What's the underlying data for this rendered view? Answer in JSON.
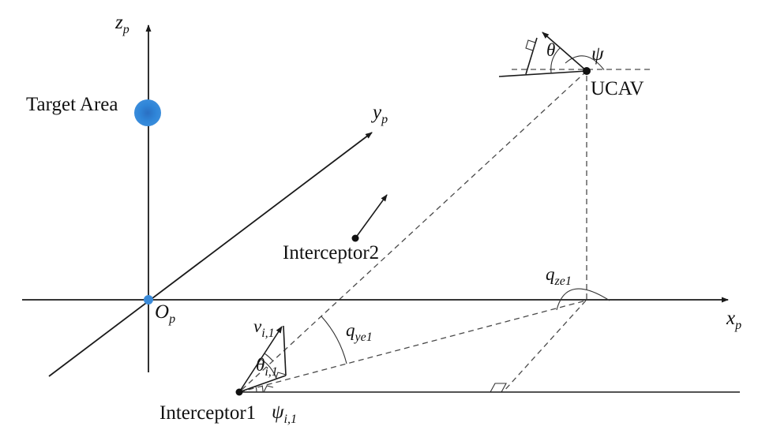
{
  "figure": {
    "type": "3d-engagement-geometry-diagram",
    "description": "Inertial frame with UCAV, two interceptors and target area"
  },
  "colors": {
    "accent-blue": "#2e7fd0",
    "origin-blue": "#3a8ad8",
    "line": "#1a1a1a",
    "dashed": "#4a4a4a",
    "text": "#111111",
    "bg": "#ffffff"
  },
  "axes": {
    "x": {
      "base": "x",
      "sub": "p"
    },
    "y": {
      "base": "y",
      "sub": "p"
    },
    "z": {
      "base": "z",
      "sub": "p"
    },
    "origin": {
      "base": "O",
      "sub": "p"
    }
  },
  "entities": {
    "target_area": {
      "label": "Target Area"
    },
    "ucav": {
      "label": "UCAV"
    },
    "interceptor1": {
      "label": "Interceptor1"
    },
    "interceptor2": {
      "label": "Interceptor2"
    }
  },
  "angles": {
    "ucav_pitch": {
      "symbol": "θ"
    },
    "ucav_heading": {
      "symbol": "ψ"
    },
    "interceptor1_velocity": {
      "base": "v",
      "sub": "i,1"
    },
    "interceptor1_pitch": {
      "base": "θ",
      "sub": "i,1"
    },
    "interceptor1_heading": {
      "base": "ψ",
      "sub": "i,1"
    },
    "los_elevation": {
      "base": "q",
      "sub": "ye1"
    },
    "los_azimuth": {
      "base": "q",
      "sub": "ze1"
    }
  }
}
